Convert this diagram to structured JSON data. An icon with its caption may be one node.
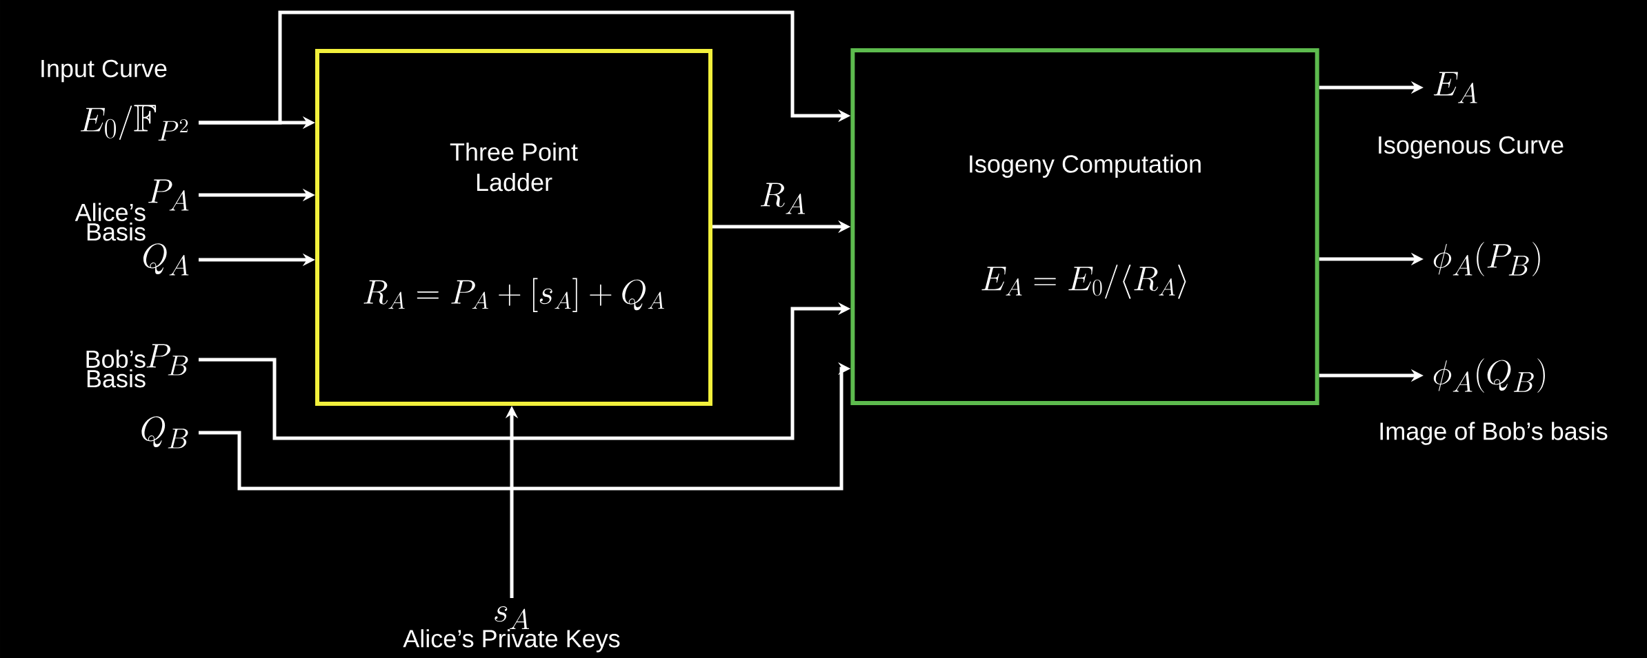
{
  "diagram": {
    "nodes": [
      {
        "text": [
          "Three Point Ladder",
          "R_A = P_A + [s_A] + Q_A"
        ]
      },
      {
        "text": [
          "Isogeny Computation",
          "E_A = E_0/\\langle R_A\\rangle"
        ]
      },
      {
        "text": [
          "E_0/\\mathbb{F}_{P^2}"
        ],
        "beside": [
          "Input Curve"
        ]
      },
      {
        "text": [
          "P_A"
        ]
      },
      {
        "text": [
          "Q_A"
        ]
      },
      {
        "text": [
          "P_B"
        ]
      },
      {
        "text": [
          "Q_B"
        ]
      },
      {
        "text": [
          "s_A"
        ],
        "beside": [
          "Alice’s Private Keys"
        ]
      },
      {
        "text": [
          "E_A"
        ],
        "beside": [
          "Isogenous Curve"
        ]
      },
      {
        "text": [
          "\\phi_A(P_B)"
        ]
      },
      {
        "text": [
          "\\phi_A(Q_B)"
        ],
        "beside": [
          "Image of Bob’s basis"
        ]
      }
    ],
    "edges": [
      {
        "from": 2,
        "to": 0,
        "arrow": "to"
      },
      {
        "from": 2,
        "to": 1,
        "arrow": "to"
      },
      {
        "from": 3,
        "to": 0,
        "arrow": "to"
      },
      {
        "from": 4,
        "to": 0,
        "arrow": "to"
      },
      {
        "from": 0,
        "to": 1,
        "arrow": "to",
        "label": "R_A"
      },
      {
        "from": 5,
        "to": 1,
        "arrow": "to"
      },
      {
        "from": 6,
        "to": 1,
        "arrow": "to"
      },
      {
        "from": 7,
        "to": 0,
        "arrow": "to"
      },
      {
        "from": 1,
        "to": 8,
        "arrow": "to"
      },
      {
        "from": 1,
        "to": 9,
        "arrow": "to"
      },
      {
        "from": 1,
        "to": 10,
        "arrow": "to"
      }
    ],
    "labels": [
      "Alice’s Basis",
      "Bob’s Basis"
    ]
  }
}
